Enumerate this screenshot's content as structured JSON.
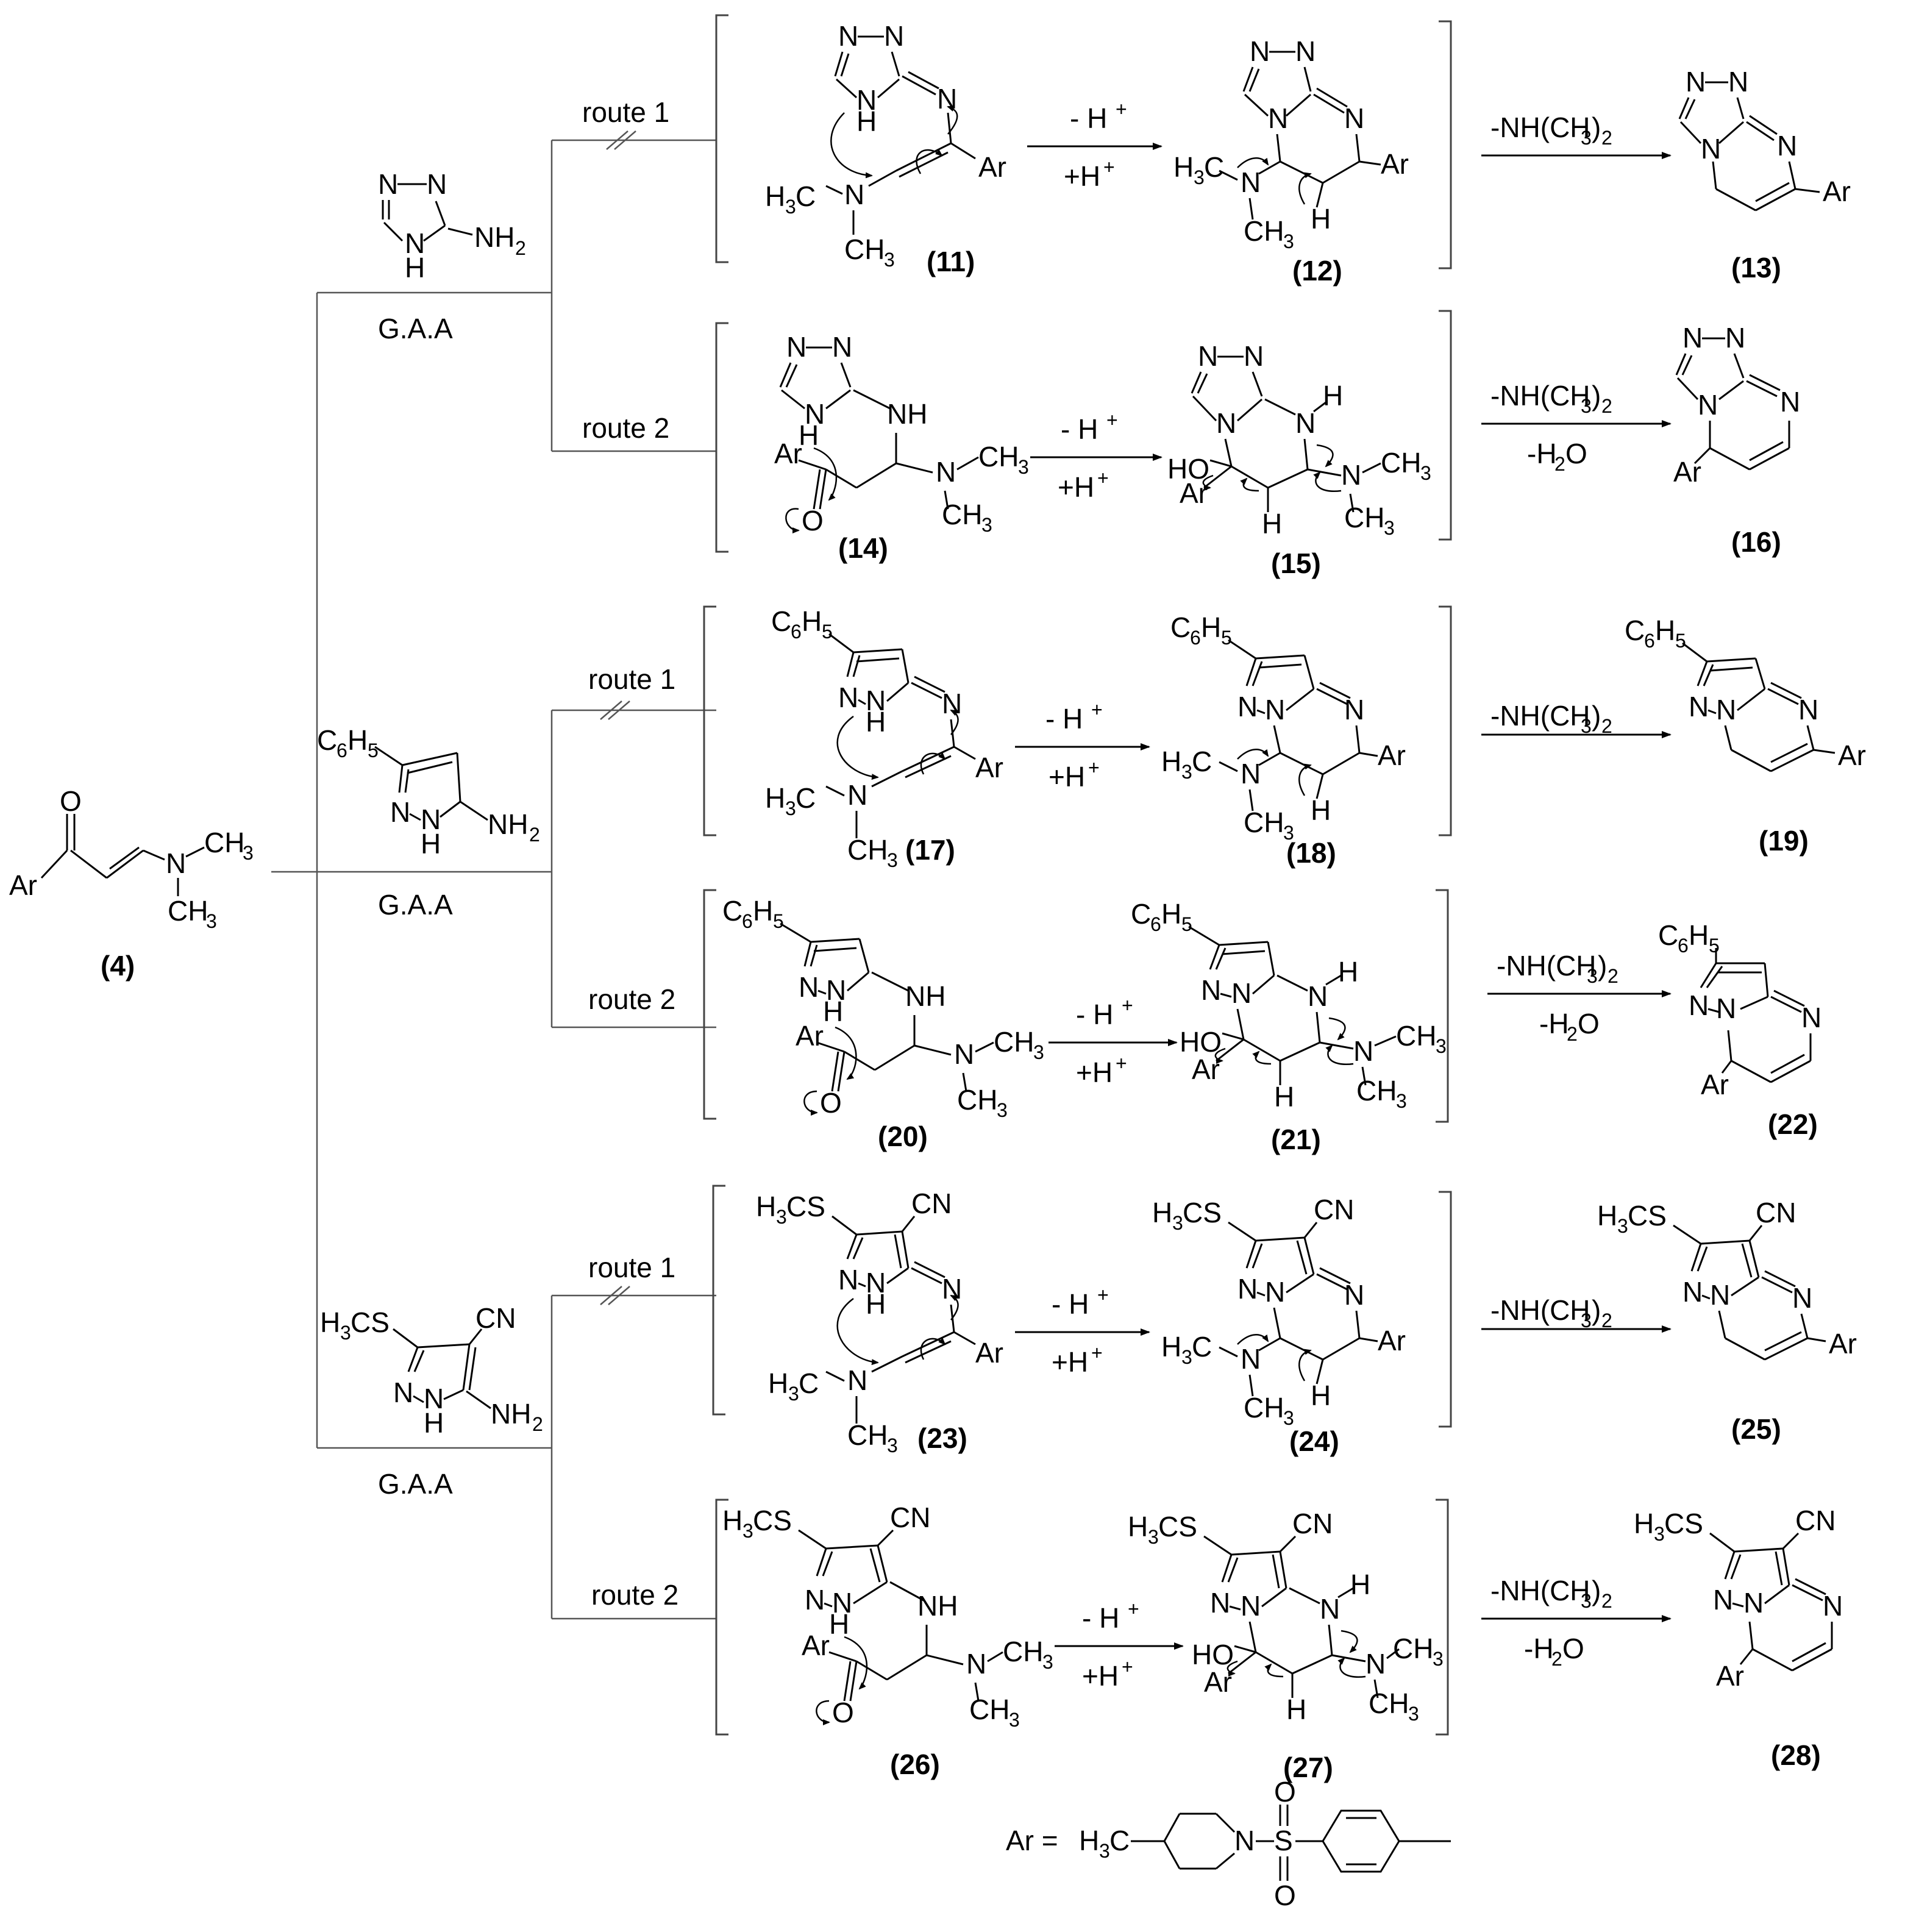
{
  "reactant": {
    "id": "(4)"
  },
  "reagent_label": "G.A.A",
  "route_labels": [
    "route 1",
    "route 2"
  ],
  "arrow_labels": {
    "minus_h": "- H",
    "plus_h": "+H",
    "sup_plus": "+",
    "elim_amine": "-NH(CH",
    "elim_amine_sub": "3",
    "elim_amine_tail": ")",
    "elim_amine_sub2": "2",
    "elim_water": "-H",
    "elim_water_sub": "2",
    "elim_water_tail": "O"
  },
  "compound_ids": [
    "(11)",
    "(12)",
    "(13)",
    "(14)",
    "(15)",
    "(16)",
    "(17)",
    "(18)",
    "(19)",
    "(20)",
    "(21)",
    "(22)",
    "(23)",
    "(24)",
    "(25)",
    "(26)",
    "(27)",
    "(28)"
  ],
  "ar_definition": {
    "label": "Ar ="
  }
}
